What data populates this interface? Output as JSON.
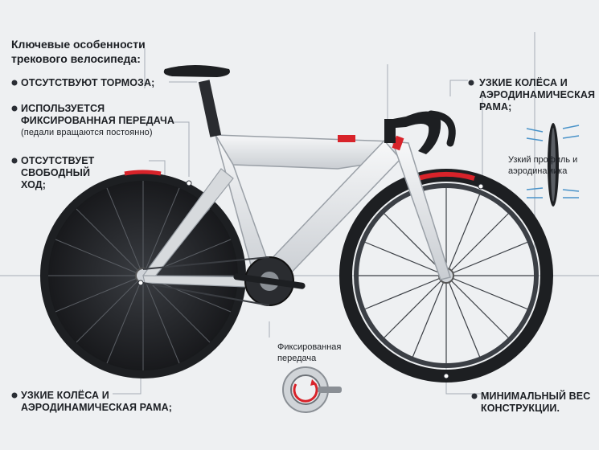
{
  "title": "Ключевые особенности трекового велосипеда:",
  "annotations": {
    "no_brakes": "ОТСУТСТВУЮТ ТОРМОЗА;",
    "fixed_gear": "ИСПОЛЬЗУЕТСЯ ФИКСИРОВАННАЯ ПЕРЕДАЧА",
    "fixed_gear_note": "(педали вращаются постоянно)",
    "no_freewheel": "ОТСУТСТВУЕТ СВОБОДНЫЙ ХОД;",
    "narrow_wheels_left": "УЗКИЕ КОЛЁСА И АЭРОДИНАМИЧЕСКАЯ РАМА;",
    "narrow_wheels_right": "УЗКИЕ КОЛЁСА И АЭРОДИНАМИЧЕСКАЯ РАМА;",
    "min_weight": "МИНИМАЛЬНЫЙ ВЕС КОНСТРУКЦИИ.",
    "narrow_profile": "Узкий профиль и аэродинамика",
    "fixed_gear_label": "Фиксированная передача"
  },
  "colors": {
    "accent_red": "#d8232a",
    "frame": "#e3e5e8",
    "tire": "#1d1f22",
    "guide_line": "#9aa2ab"
  },
  "icons": [
    "wheel-profile-icon",
    "fixed-gear-icon",
    "bullet-icon"
  ]
}
